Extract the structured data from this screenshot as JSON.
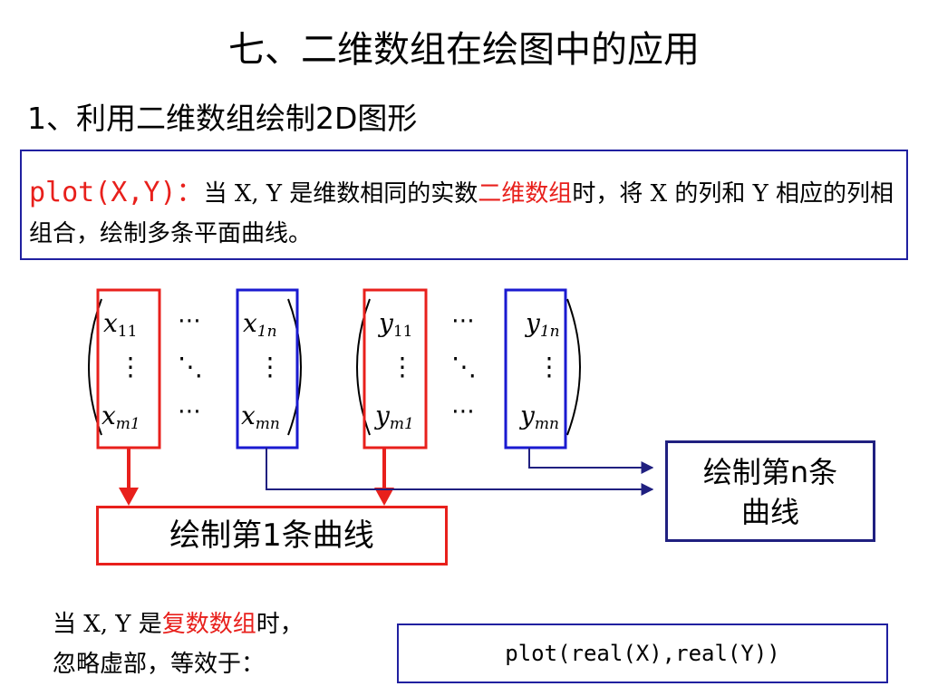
{
  "title": "七、二维数组在绘图中的应用",
  "subtitle": "1、利用二维数组绘制2D图形",
  "description": {
    "plot_call": "plot(X,Y)：",
    "text_before_red": "当 X, Y 是维数相同的实数",
    "red_text": "二维数组",
    "text_after_red": "时，将 X 的列和 Y 相应的列相组合，绘制多条平面曲线。"
  },
  "matrix_x": {
    "top_left": "x",
    "top_left_sub": "11",
    "top_right": "x",
    "top_right_sub": "1n",
    "bottom_left": "x",
    "bottom_left_sub": "m1",
    "bottom_right": "x",
    "bottom_right_sub": "mn"
  },
  "matrix_y": {
    "top_left": "y",
    "top_left_sub": "11",
    "top_right": "y",
    "top_right_sub": "1n",
    "bottom_left": "y",
    "bottom_left_sub": "m1",
    "bottom_right": "y",
    "bottom_right_sub": "mn"
  },
  "ellipsis": {
    "h": "⋯",
    "v": "⋮",
    "d": "⋱"
  },
  "box_first": "绘制第1条曲线",
  "box_nth": {
    "line1": "绘制第n条",
    "line2": "曲线"
  },
  "note": {
    "prefix": "当 X, Y 是",
    "red": "复数数组",
    "suffix": "时，",
    "line2": "忽略虚部，等效于："
  },
  "code": "plot(real(X),real(Y))",
  "colors": {
    "red": "#e8201c",
    "blue": "#1a1ad0",
    "navy": "#202080"
  }
}
